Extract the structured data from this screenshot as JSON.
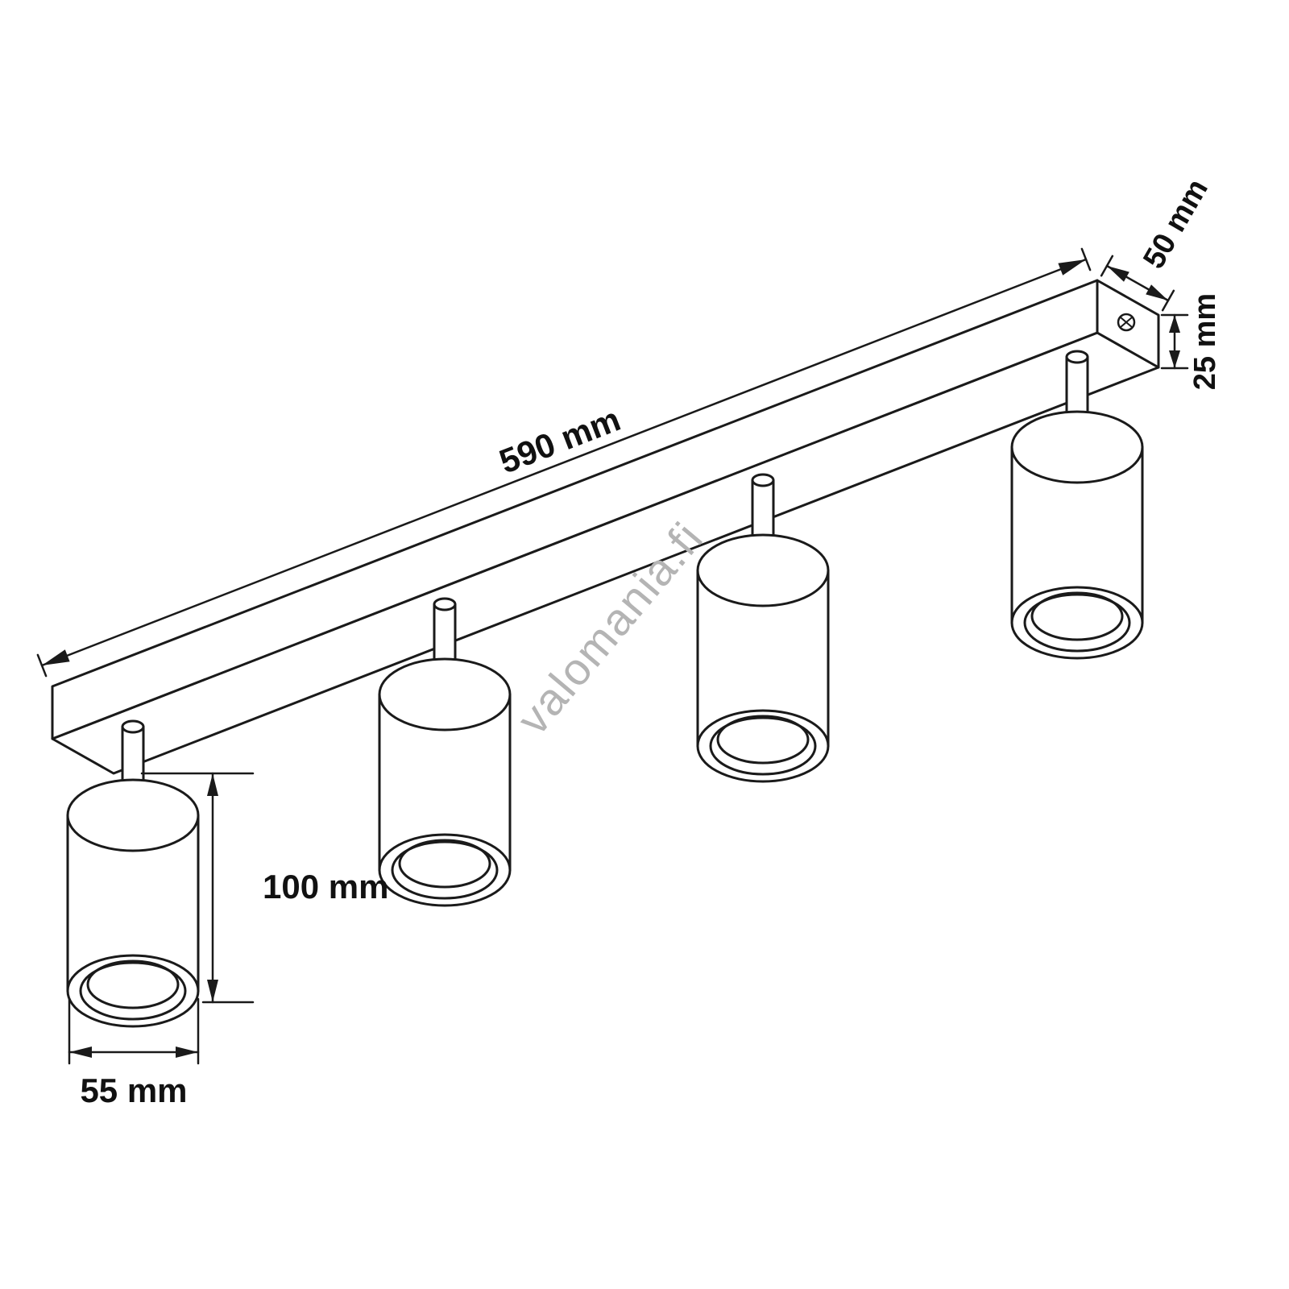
{
  "diagram": {
    "kind": "technical-dimension-drawing",
    "subject": "4-spot ceiling light fixture on a rectangular mounting bar",
    "dimensions": {
      "bar_length": "590 mm",
      "bar_depth": "50 mm",
      "bar_height": "25 mm",
      "spot_height": "100 mm",
      "spot_diameter": "55 mm"
    },
    "watermark": "valomania.fi",
    "colors": {
      "line": "#1a1a1a",
      "watermark": "#b4b4b4",
      "background": "#ffffff"
    }
  }
}
